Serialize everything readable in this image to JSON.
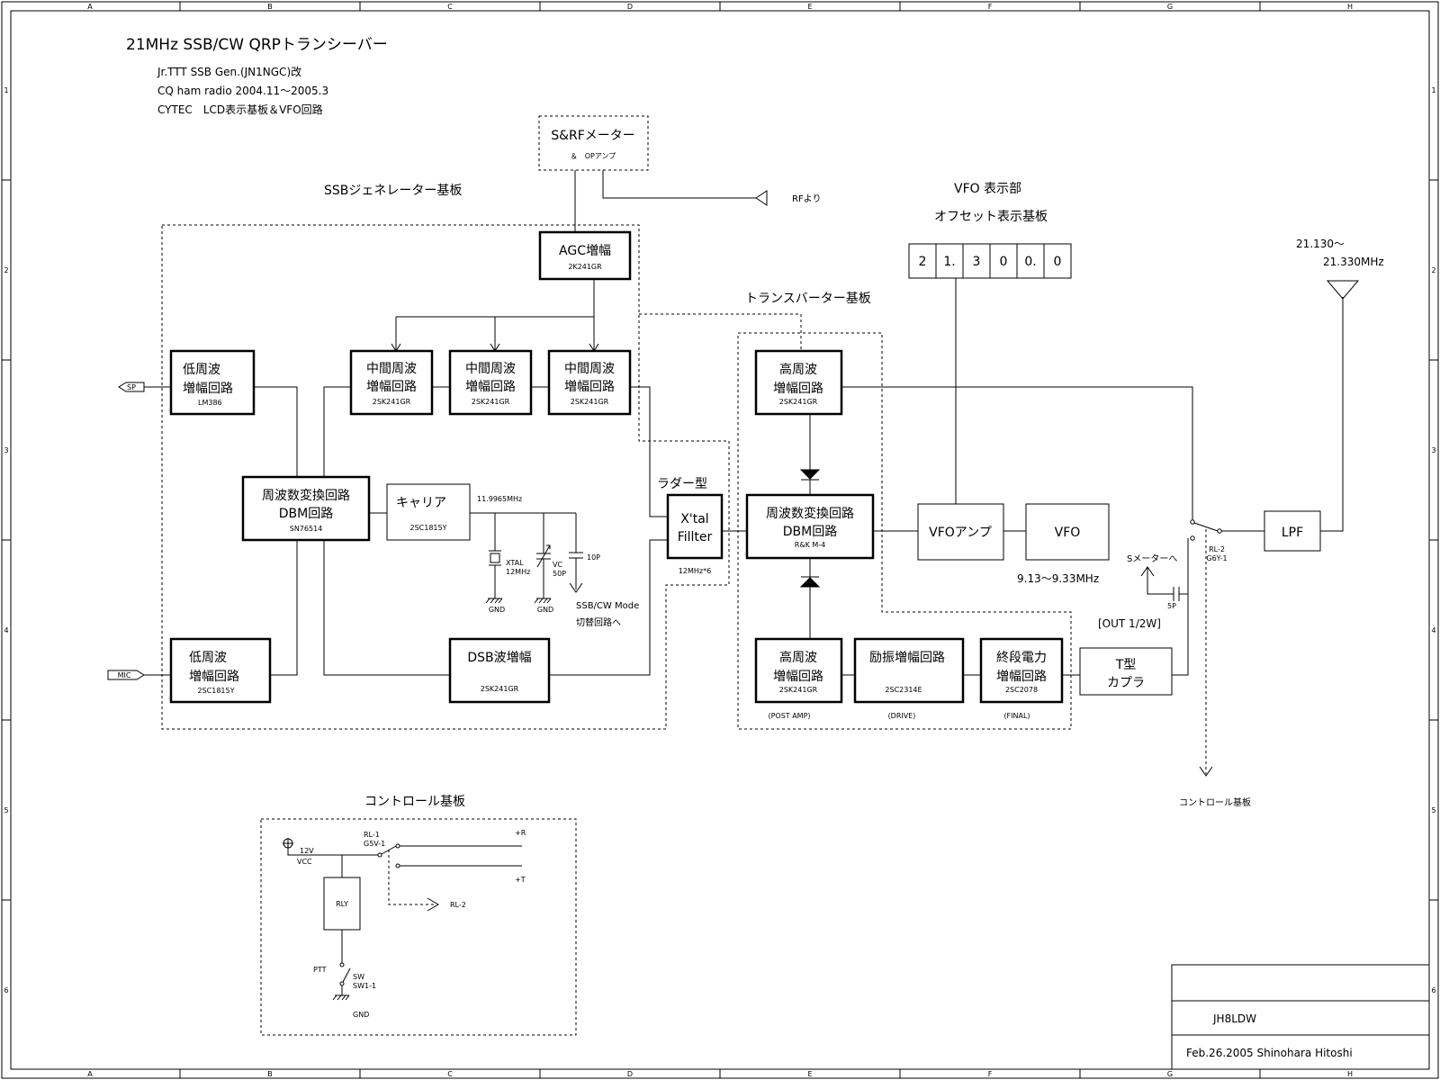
{
  "header": {
    "title": "21MHz SSB/CW QRPトランシーバー",
    "sub1": "Jr.TTT SSB Gen.(JN1NGC)改",
    "sub2": "CQ ham radio 2004.11～2005.3",
    "sub3": "CYTEC　LCD表示基板＆VFO回路"
  },
  "grid": {
    "cols": [
      "A",
      "B",
      "C",
      "D",
      "E",
      "F",
      "G",
      "H"
    ],
    "rows": [
      "1",
      "2",
      "3",
      "4",
      "5",
      "6"
    ]
  },
  "sections": {
    "ssb_gen": "SSBジェネレーター基板",
    "vfo_disp": "VFO 表示部",
    "offset": "オフセット表示基板",
    "transverter": "トランスバーター基板",
    "control": "コントロール基板",
    "control_out": "コントロール基板"
  },
  "smeter": {
    "l1": "S&RFメーター",
    "l2": "＆　OPアンプ",
    "rf": "RFより"
  },
  "display": {
    "digits": [
      "2",
      "1.",
      "3",
      "0",
      "0.",
      "0"
    ]
  },
  "blocks": {
    "agc": {
      "l1": "AGC増幅",
      "part": "2K241GR"
    },
    "af_sp": {
      "l1": "低周波",
      "l2": "増幅回路",
      "part": "LM386"
    },
    "if1": {
      "l1": "中間周波",
      "l2": "増幅回路",
      "part": "2SK241GR"
    },
    "if2": {
      "l1": "中間周波",
      "l2": "増幅回路",
      "part": "2SK241GR"
    },
    "if3": {
      "l1": "中間周波",
      "l2": "増幅回路",
      "part": "2SK241GR"
    },
    "dbm1": {
      "l1": "周波数変換回路",
      "l2": "DBM回路",
      "part": "SN76514"
    },
    "carrier": {
      "l1": "キャリア",
      "part": "2SC1815Y"
    },
    "xtal": {
      "l1": "X'tal",
      "l2": "Fillter",
      "top": "ラダー型",
      "bottom": "12MHz*6"
    },
    "af_mic": {
      "l1": "低周波",
      "l2": "増幅回路",
      "part": "2SC1815Y"
    },
    "dsb": {
      "l1": "DSB波増幅",
      "part": "2SK241GR"
    },
    "rf1": {
      "l1": "高周波",
      "l2": "増幅回路",
      "part": "2SK241GR"
    },
    "dbm2": {
      "l1": "周波数変換回路",
      "l2": "DBM回路",
      "part": "R&K M-4"
    },
    "vfoamp": {
      "l1": "VFOアンプ"
    },
    "vfo": {
      "l1": "VFO",
      "range": "9.13～9.33MHz"
    },
    "post": {
      "l1": "高周波",
      "l2": "増幅回路",
      "part": "2SK241GR",
      "note": "(POST AMP)"
    },
    "drive": {
      "l1": "励振増幅回路",
      "part": "2SC2314E",
      "note": "(DRIVE)"
    },
    "final": {
      "l1": "終段電力",
      "l2": "増幅回路",
      "part": "2SC2078",
      "note": "(FINAL)"
    },
    "tcoupler": {
      "l1": "T型",
      "l2": "カプラ"
    },
    "lpf": {
      "l1": "LPF"
    }
  },
  "labels": {
    "sp": "SP",
    "mic": "MIC",
    "carrier_freq": "11.9965MHz",
    "xtal_comp": "XTAL",
    "xtal_freq": "12MHz",
    "vc": "VC",
    "vc_val": "50P",
    "cap": "10P",
    "gnd": "GND",
    "mode1": "SSB/CW Mode",
    "mode2": "切替回路へ",
    "ant1": "21.130～",
    "ant2": "21.330MHz",
    "rl2": "RL-2",
    "rl2_type": "G6Y-1",
    "smeter_to": "Sメーターへ",
    "cap5p": "5P",
    "out": "[OUT 1/2W]",
    "vcc_v": "12V",
    "vcc": "VCC",
    "rl1": "RL-1",
    "rl1_type": "G5V-1",
    "plus_r": "+R",
    "plus_t": "+T",
    "rly": "RLY",
    "rl2_to": "RL-2",
    "ptt": "PTT",
    "sw": "SW",
    "sw_type": "SW1-1"
  },
  "titleblock": {
    "call": "JH8LDW",
    "date": "Feb.26.2005  Shinohara Hitoshi"
  }
}
